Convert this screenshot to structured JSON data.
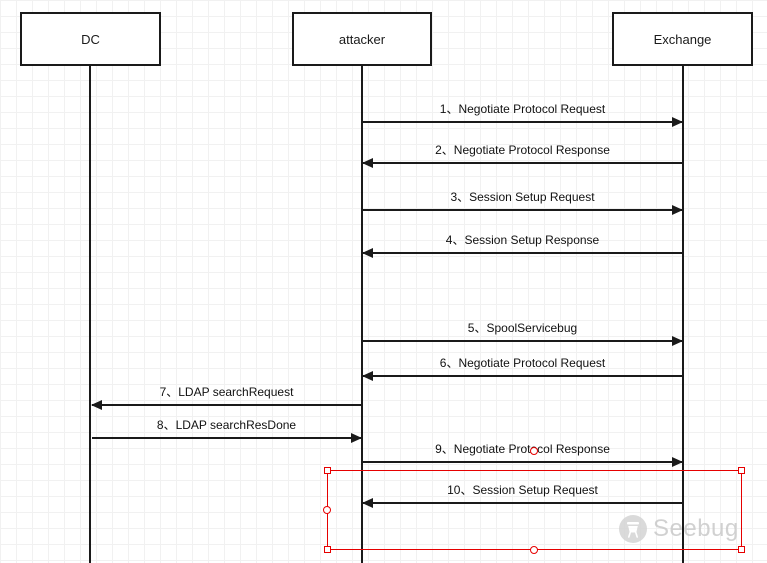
{
  "canvas": {
    "background": "#ffffff",
    "grid_color": "#f1f1f1",
    "line_color": "#1a1a1a",
    "selection_color": "#e60000"
  },
  "actors": [
    {
      "label": "DC"
    },
    {
      "label": "attacker"
    },
    {
      "label": "Exchange"
    }
  ],
  "messages": [
    {
      "label": "1、Negotiate Protocol Request",
      "from": "attacker",
      "to": "Exchange",
      "direction": "right"
    },
    {
      "label": "2、Negotiate Protocol Response",
      "from": "Exchange",
      "to": "attacker",
      "direction": "left"
    },
    {
      "label": "3、Session Setup Request",
      "from": "attacker",
      "to": "Exchange",
      "direction": "right"
    },
    {
      "label": "4、Session Setup Response",
      "from": "Exchange",
      "to": "attacker",
      "direction": "left"
    },
    {
      "label": "5、SpoolServicebug",
      "from": "attacker",
      "to": "Exchange",
      "direction": "right"
    },
    {
      "label": "6、Negotiate Protocol Request",
      "from": "Exchange",
      "to": "attacker",
      "direction": "left"
    },
    {
      "label": "7、LDAP searchRequest",
      "from": "attacker",
      "to": "DC",
      "direction": "left"
    },
    {
      "label": "8、LDAP searchResDone",
      "from": "DC",
      "to": "attacker",
      "direction": "right"
    },
    {
      "label": "9、Negotiate Protocol Response",
      "from": "attacker",
      "to": "Exchange",
      "direction": "right"
    },
    {
      "label": "10、Session Setup Request",
      "from": "Exchange",
      "to": "attacker",
      "direction": "left"
    }
  ],
  "watermark": {
    "text": "Seebug",
    "color": "#c9c9c9"
  }
}
